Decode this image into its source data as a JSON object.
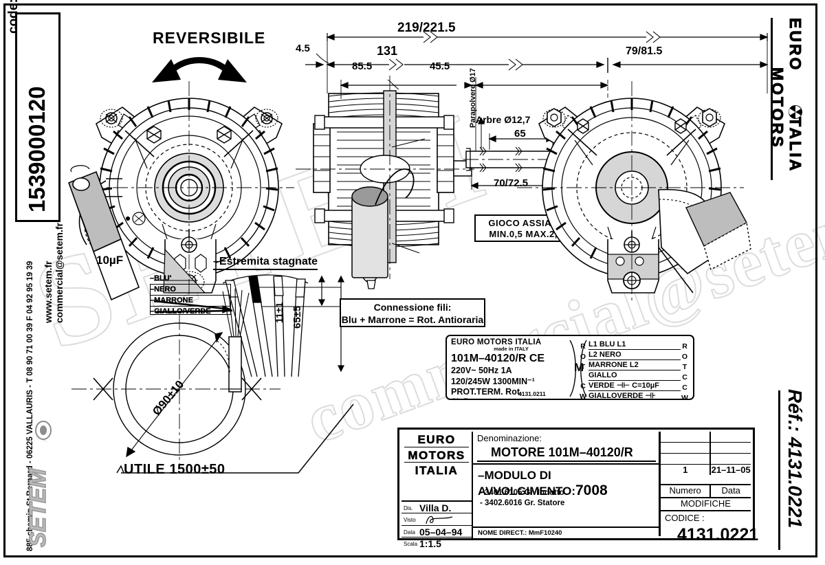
{
  "sheet": {
    "code_label": "code:",
    "code_value": "1539000120",
    "reversible_label": "REVERSIBILE",
    "ref_label": "Réf.: 4131.0221",
    "watermark_main": "SETEM",
    "watermark_sub": "commercial@setem.fr"
  },
  "contact": {
    "website": "www.setem.fr",
    "email": "commercial@setem.fr",
    "address": "885 chemin St.Bernard  -  06225 VALLAURIS  -  T 08 90 71 00 39   F 04 92 95 19 39",
    "logo_text": "SETEM"
  },
  "brand": {
    "line1": "EURO",
    "line2": "ITALIA",
    "line3": "MOTORS",
    "fan_icon": "fan-icon"
  },
  "dimensions": {
    "total": "219/221.5",
    "left_offset": "4.5",
    "body": "131",
    "right": "79/81.5",
    "seg_a": "85.5",
    "seg_b": "45.5",
    "shaft_len": "65",
    "shaft_total": "70/72.5",
    "dust_seal": "Parapolvere Ø17",
    "shaft": "Arbre Ø12,7",
    "wire_strip": "11±1",
    "wire_len": "65±5",
    "coil_dia": "Ø90±10",
    "cable_useful": "UTILE  1500±50",
    "capacitor": "10µF"
  },
  "notes": {
    "tinned_ends": "–Estremita  stagnate",
    "axial_play_title": "GIOCO  ASSIALE",
    "axial_play_value": "MIN.0,5  MAX.2,5",
    "connection_title": "Connessione fili:",
    "connection_value": "Blu + Marrone = Rot. Antioraria"
  },
  "wire_legend": [
    "–BLU'",
    "–NERO",
    "–MARRONE",
    "–GIALLO/VERDE"
  ],
  "nameplate": {
    "brand": "EURO  MOTORS  ITALIA",
    "made_in": "made in ITALY",
    "model": "101M–40120/R  CE",
    "electrical": "220V~  50Hz    1A",
    "power": "120/245W  1300MIN⁻¹",
    "protection": "PROT.TERM.  Rot.",
    "class": "CL:B",
    "code": "4131.0211",
    "rot_label": "ROT M",
    "rot_letters": [
      "R",
      "O",
      "T",
      "C",
      "W"
    ],
    "right_letters": [
      "R",
      "O",
      "T",
      "C",
      "C",
      "W"
    ],
    "wires": [
      "L1      BLU        L1",
      "L2     NERO",
      "MARRONE  L2",
      "GIALLO",
      "VERDE  ⊣⊢ C=10µF",
      "GIALLOVERDE  ⊣⊦"
    ]
  },
  "title_block": {
    "logo": [
      "EURO",
      "MOTORS",
      "ITALIA"
    ],
    "meta": [
      {
        "key": "Dis.",
        "value": "Villa  D."
      },
      {
        "key": "Visto",
        "value": ""
      },
      {
        "key": "Data",
        "value": "05–04–94"
      },
      {
        "key": "Scala",
        "value": "1:1.5"
      }
    ],
    "denominazione_label": "Denominazione:",
    "denominazione_value": "MOTORE  101M–40120/R",
    "modulo": "–MODULO  DI  AVVOLGIMENTO:",
    "modulo_value": "7008",
    "part1": "- 3401.6105  Gr. Indotto",
    "part2": "- 3402.6016  Gr. Statore",
    "nome_direct": "NOME  DIRECT.: MmF10240",
    "history_rows": [
      {
        "numero": "",
        "data": ""
      },
      {
        "numero": "",
        "data": ""
      },
      {
        "numero": "",
        "data": ""
      },
      {
        "numero": "1",
        "data": "21–11–05"
      }
    ],
    "history_header": {
      "numero": "Numero",
      "data": "Data"
    },
    "modifiche": "MODIFICHE",
    "codice_label": "CODICE :",
    "codice_value": "4131.0221"
  }
}
